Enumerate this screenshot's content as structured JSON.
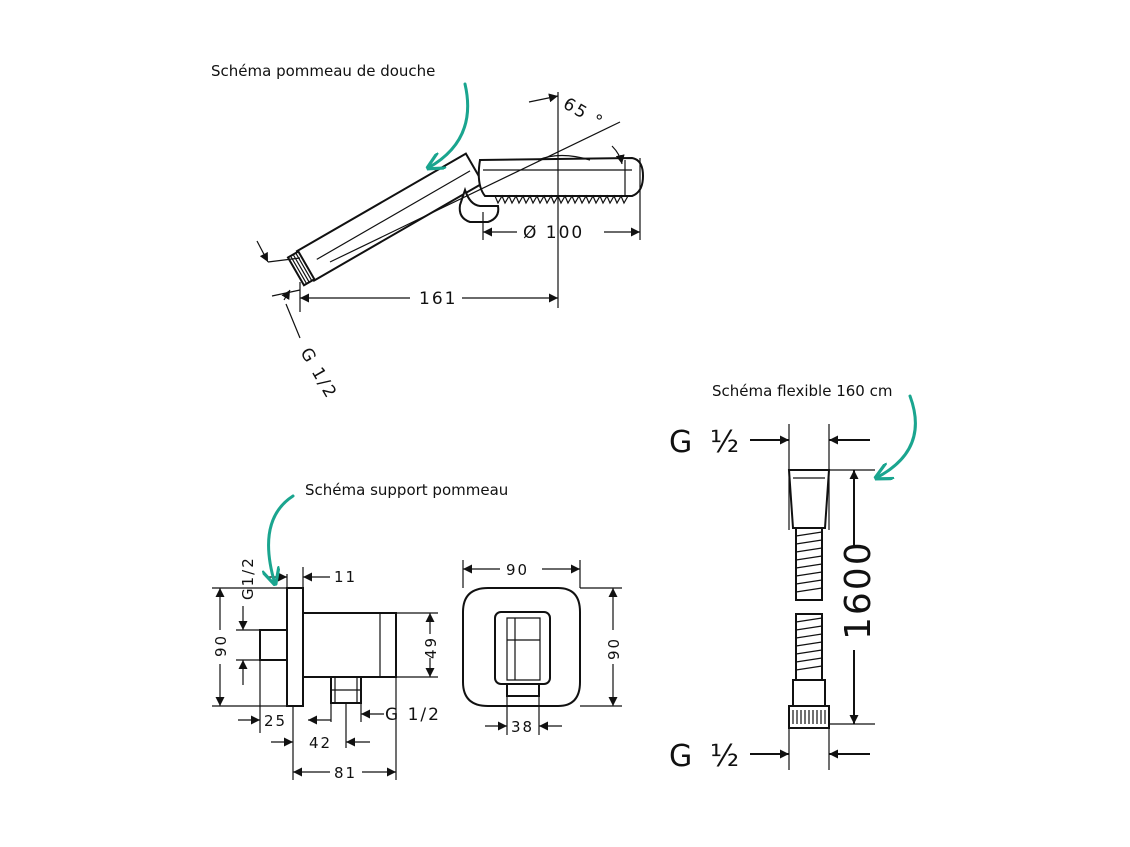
{
  "captions": {
    "shower_head": "Schéma pommeau de douche",
    "hose": "Schéma flexible 160 cm",
    "holder": "Schéma support pommeau"
  },
  "shower_head_dims": {
    "angle": "65 °",
    "diameter": "Ø 100",
    "length": "161",
    "thread": "G 1/2"
  },
  "holder_side_dims": {
    "thread_vertical": "G1/2",
    "offset": "11",
    "height": "90",
    "connector_height": "49",
    "outlet_offset": "25",
    "outlet_thread": "G 1/2",
    "depth_mid": "42",
    "depth_total": "81"
  },
  "holder_front_dims": {
    "width": "90",
    "height": "90",
    "outlet_width": "38"
  },
  "hose_dims": {
    "top_thread_g": "G",
    "top_thread_half": "½",
    "length": "1600",
    "bottom_thread_g": "G",
    "bottom_thread_half": "½"
  },
  "colors": {
    "line": "#111111",
    "arrow_accent": "#1aa58f"
  }
}
